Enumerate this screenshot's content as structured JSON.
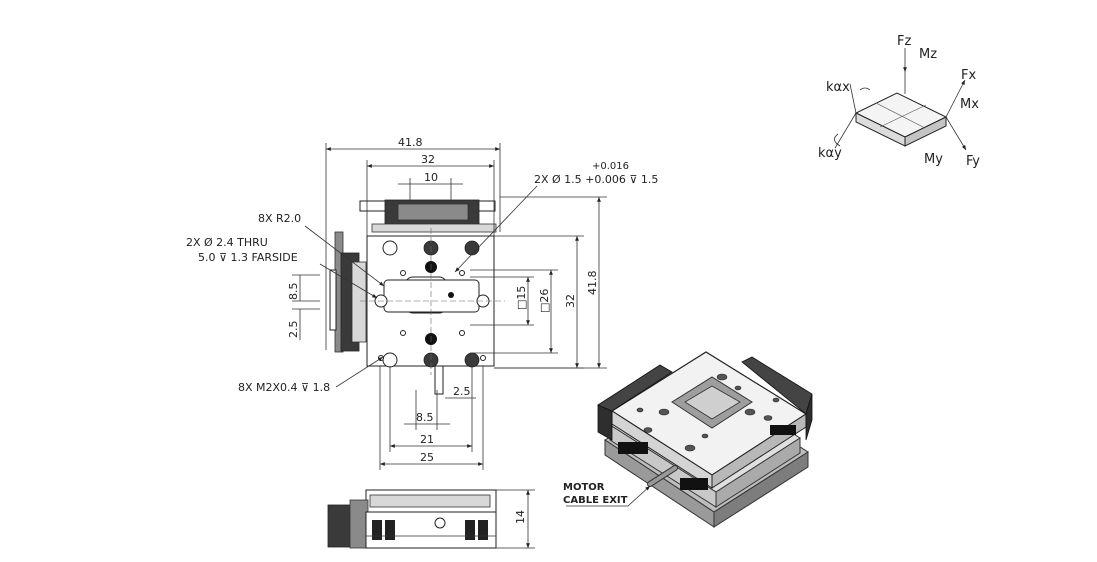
{
  "dims": {
    "top_overall": "41.8",
    "top_inner": "32",
    "top_slot": "10",
    "right_outer": "41.8",
    "right_inner": "32",
    "right_sq26": "□26",
    "right_sq15": "□15",
    "left_85": "8.5",
    "left_25": "2.5",
    "bottom_25_small": "2.5",
    "bottom_85": "8.5",
    "bottom_21": "21",
    "bottom_25": "25",
    "side_14": "14"
  },
  "notes": {
    "r2": "8X R2.0",
    "thru_line1": "2X Ø 2.4 THRU",
    "thru_line2": "5.0 ⊽ 1.3 FARSIDE",
    "m2": "8X M2X0.4 ⊽ 1.8",
    "tol_upper": "+0.016",
    "tol_main": "2X Ø 1.5 +0.006 ⊽ 1.5",
    "motor_line1": "MOTOR",
    "motor_line2": "CABLE EXIT"
  },
  "axes": {
    "fz": "Fz",
    "mz": "Mz",
    "fx": "Fx",
    "kax": "kαx",
    "mx": "Mx",
    "kay": "kαy",
    "my": "My",
    "fy": "Fy"
  }
}
